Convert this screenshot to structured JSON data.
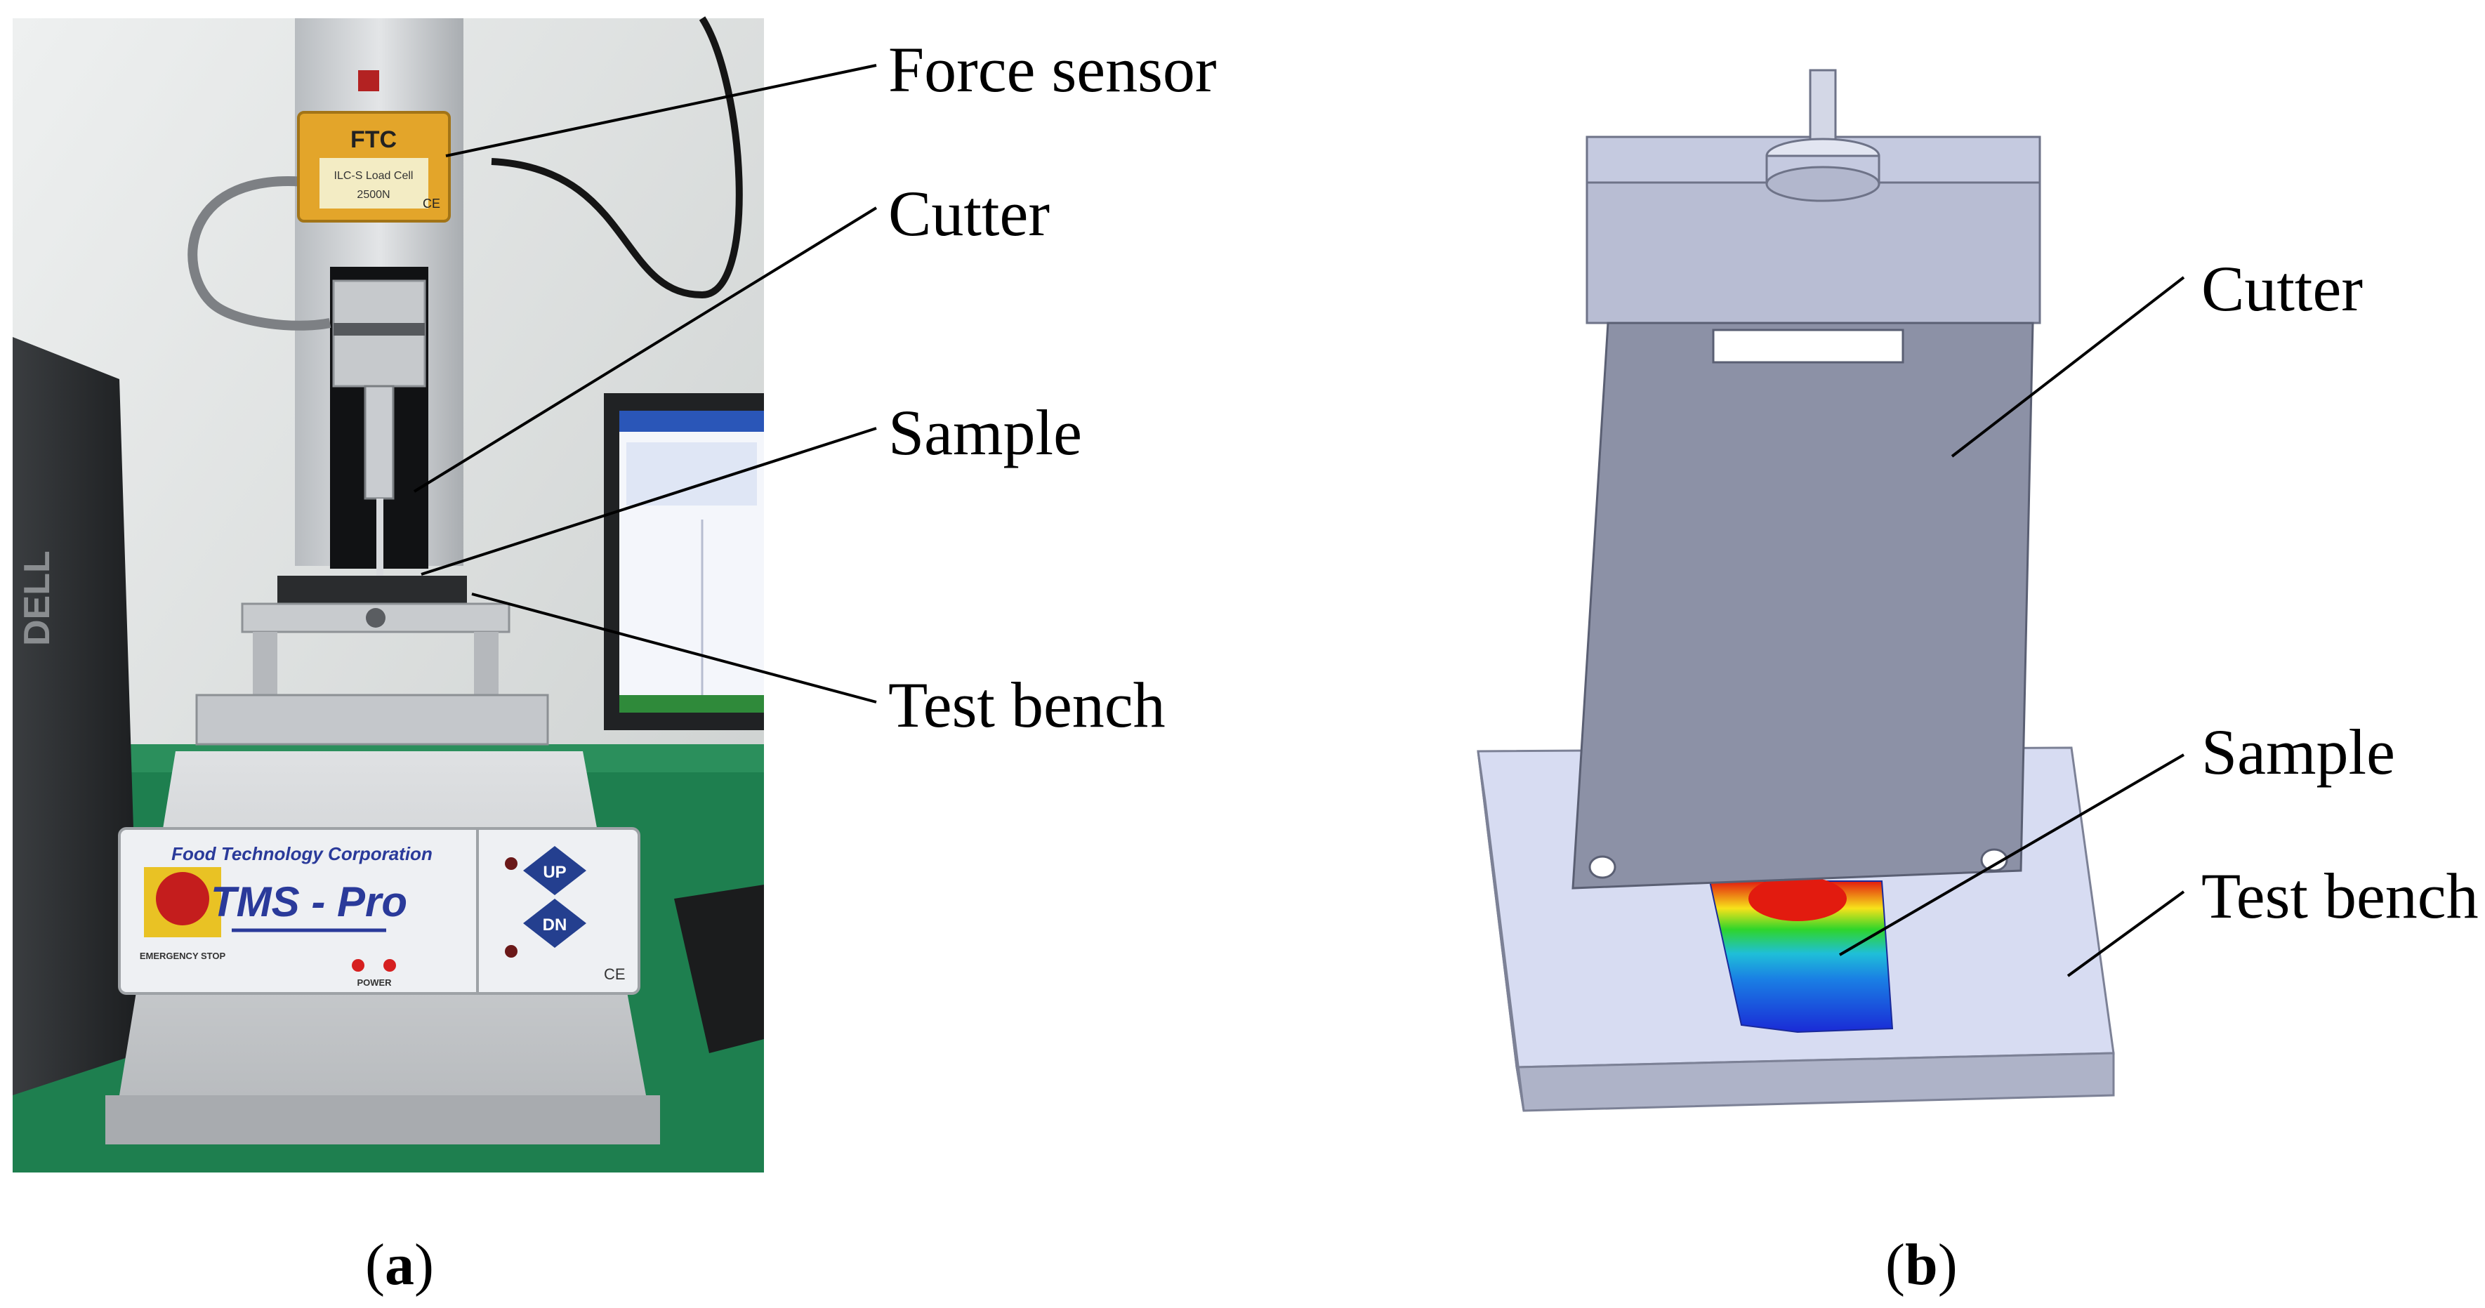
{
  "panel_a": {
    "labels": {
      "force_sensor": "Force sensor",
      "cutter": "Cutter",
      "sample": "Sample",
      "test_bench": "Test bench"
    },
    "device": {
      "load_cell_brand": "FTC",
      "load_cell_line1": "ILC-S Load Cell",
      "load_cell_line2": "2500N",
      "load_cell_mark": "CE",
      "company": "Food Technology Corporation",
      "model": "TMS - Pro",
      "emergency_stop": "EMERGENCY STOP",
      "power": "POWER",
      "up_button": "UP",
      "down_button": "DN",
      "panel_mark": "CE",
      "monitor_brand": "DELL"
    },
    "caption_open": "(",
    "caption_letter": "a",
    "caption_close": ")"
  },
  "panel_b": {
    "labels": {
      "cutter": "Cutter",
      "sample": "Sample",
      "test_bench": "Test bench"
    },
    "caption_open": "(",
    "caption_letter": "b",
    "caption_close": ")"
  },
  "colors": {
    "cutter_face": "#8c91a6",
    "cutter_top": "#c5cae0",
    "bench_top": "#d7dcf2",
    "bench_side": "#aeb3c8",
    "wall_green": "#1e7f4f",
    "machine_body": "#cfd1d4",
    "brand_blue": "#2a3a9a"
  }
}
